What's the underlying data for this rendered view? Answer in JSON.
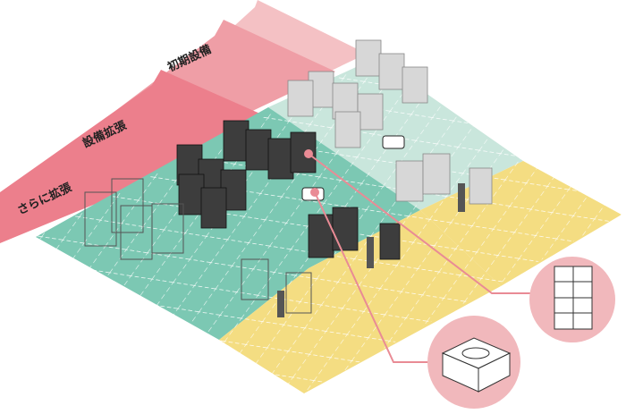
{
  "stages": [
    {
      "label": "初期設備",
      "color": "#f4c1c4"
    },
    {
      "label": "設備拡張",
      "color": "#ef9ea6"
    },
    {
      "label": "さらに拡張",
      "color": "#ec7f8c"
    }
  ],
  "zones": {
    "initial_color": "#c9e6dc",
    "expansion_color": "#7cc8b3",
    "further_color": "#f4dd82"
  },
  "callouts": [
    {
      "icon": "storage-shelf-icon",
      "color": "#f1b8bc"
    },
    {
      "icon": "transport-robot-icon",
      "color": "#f1b8bc"
    }
  ]
}
